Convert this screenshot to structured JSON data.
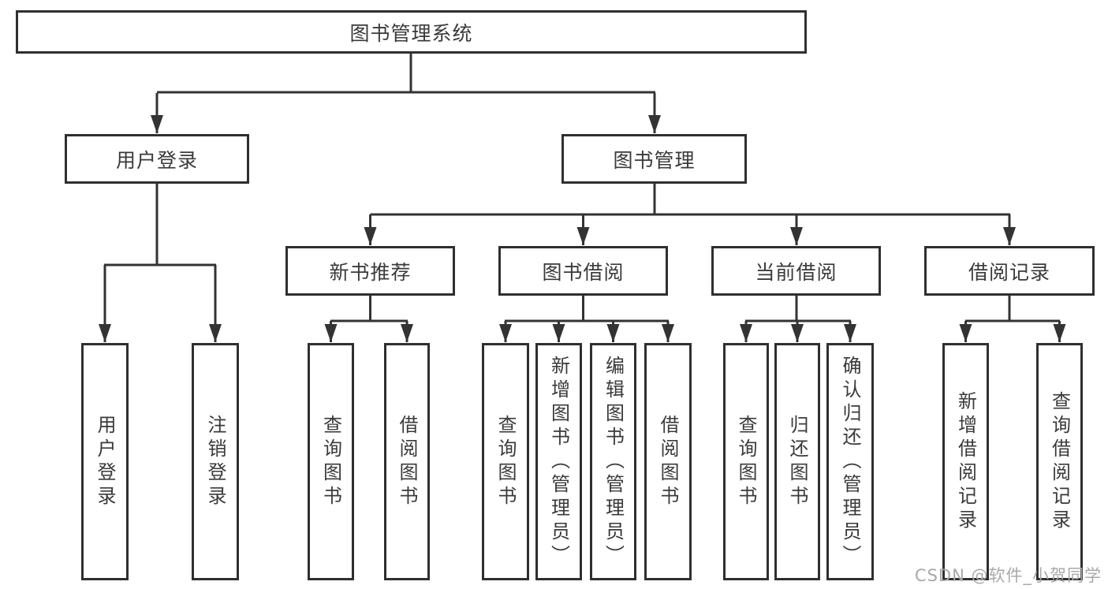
{
  "diagram": {
    "title": "图书管理系统",
    "colors": {
      "line": "#333333",
      "border": "#2f2f2f",
      "text": "#3a3a3a",
      "box_background": "#ffffff",
      "watermark_text": "#a9a9a9"
    },
    "nodes": {
      "root": {
        "label": "图书管理系统"
      },
      "user_login": {
        "label": "用户登录",
        "children": {
          "login": {
            "label": "用户登录"
          },
          "logout": {
            "label": "注销登录"
          }
        }
      },
      "book_management": {
        "label": "图书管理"
      },
      "new_book_recommend": {
        "label": "新书推荐",
        "children": {
          "query_books": {
            "label": "查询图书"
          },
          "borrow_books": {
            "label": "借阅图书"
          }
        }
      },
      "book_borrowing": {
        "label": "图书借阅",
        "children": {
          "query_books": {
            "label": "查询图书"
          },
          "add_books": {
            "label": "新增图书（管理员）"
          },
          "edit_books": {
            "label": "编辑图书（管理员）"
          },
          "borrow_books": {
            "label": "借阅图书"
          }
        }
      },
      "current_borrowing": {
        "label": "当前借阅",
        "children": {
          "query_books": {
            "label": "查询图书"
          },
          "return_books": {
            "label": "归还图书"
          },
          "confirm_return": {
            "label": "确认归还（管理员）"
          }
        }
      },
      "borrowing_records": {
        "label": "借阅记录",
        "children": {
          "add_record": {
            "label": "新增借阅记录"
          },
          "query_record": {
            "label": "查询借阅记录"
          }
        }
      }
    }
  },
  "watermark": "CSDN @软件_小贺同学"
}
